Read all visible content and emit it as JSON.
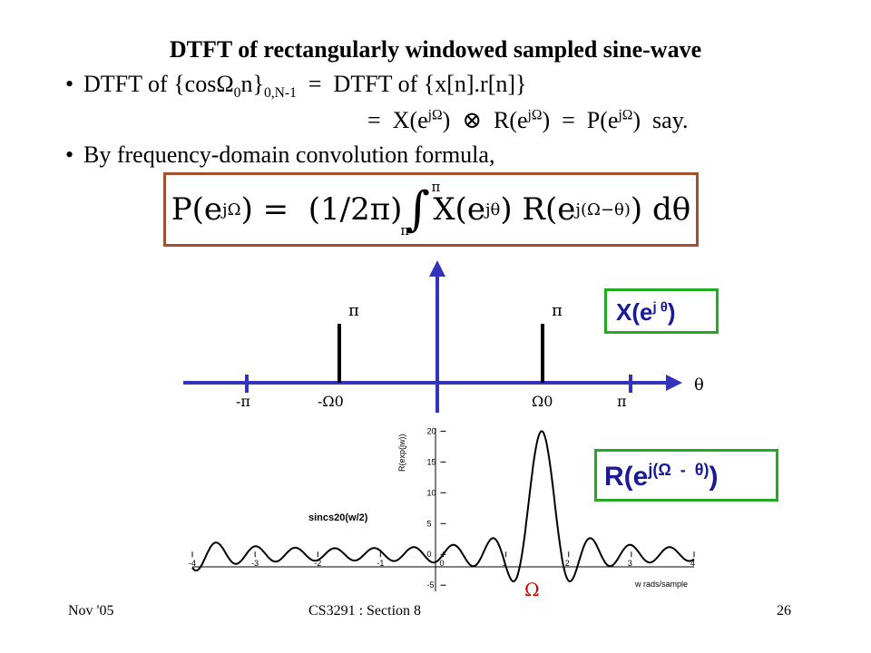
{
  "slide": {
    "title": "DTFT of rectangularly windowed sampled sine-wave",
    "line1": {
      "prefix": "DTFT of {cos",
      "omega": "Ω",
      "omega_sub": "0",
      "after": "n}",
      "range_sub": "0,N-1",
      "rest": "  =  DTFT of {x[n].r[n]}"
    },
    "line2": {
      "text": "=  X(e",
      "sup1": "jΩ",
      "mid1": ")  ⊗  R(e",
      "sup2": "jΩ",
      "mid2": ")  =  P(e",
      "sup3": "jΩ",
      "end": ")  say."
    },
    "line3": "By frequency-domain convolution formula,",
    "formula": {
      "lhs": "P(e",
      "lhs_sup": "jΩ",
      "eq": ") =  (1/2π)",
      "integral": "∫",
      "upper": "π",
      "lower": "π",
      "body": "X(e",
      "body_sup": "jθ",
      "mid": ") R(e",
      "mid_sup": "j(Ω−θ)",
      "end": ") dθ"
    }
  },
  "top_plot": {
    "impulse_labels": [
      "π",
      "π"
    ],
    "tick_labels": [
      "-π",
      "-Ω0",
      "Ω0",
      "π"
    ],
    "axis_label": "θ",
    "box_label": "X(e",
    "box_sup": "j θ",
    "box_end": ")",
    "colors": {
      "axis": "#3333bb",
      "impulse": "#000000"
    }
  },
  "bottom_plot": {
    "inner_title": "sincs20(w/2)",
    "ylabel": "R(exp(jw))",
    "xlabel": "w rads/sample",
    "xticks": [
      "-4",
      "-3",
      "-2",
      "-1",
      "0",
      "1",
      "2",
      "3",
      "4"
    ],
    "yticks": [
      "20",
      "15",
      "10",
      "5",
      "0",
      "-5"
    ],
    "xlim": [
      -4,
      4
    ],
    "ylim": [
      -5,
      20
    ],
    "omega_marker": "Ω",
    "box_label": "R(e",
    "box_sup": "j(Ω  -  θ)",
    "box_end": ")"
  },
  "footer": {
    "left": "Nov '05",
    "center": "CS3291 : Section 8",
    "right": "26"
  }
}
